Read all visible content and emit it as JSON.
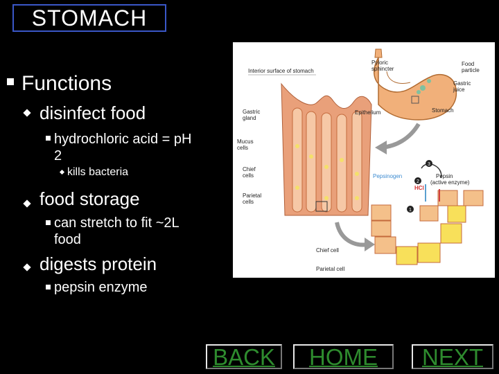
{
  "title": "STOMACH",
  "heading": "Functions",
  "items": [
    {
      "label": "disinfect food",
      "sub": "hydrochloric acid = pH 2",
      "sub_line1": "hydrochloric acid = pH",
      "sub_line2": "2",
      "subsub": "kills bacteria"
    },
    {
      "label": "food storage",
      "sub_line1": "can stretch to fit ~2L",
      "sub_line2": "food"
    },
    {
      "label": "digests protein",
      "sub_line1": "pepsin enzyme"
    }
  ],
  "diagram": {
    "interior": "Interior surface of stomach",
    "pyloric1": "Pyloric",
    "pyloric2": "sphincter",
    "food1": "Food",
    "food2": "particle",
    "gastric1": "Gastric",
    "gastric2": "juice",
    "stomach": "Stomach",
    "epithelium": "Epithelium",
    "gastricgland1": "Gastric",
    "gastricgland2": "gland",
    "mucus1": "Mucus",
    "mucus2": "cells",
    "chief1": "Chief",
    "chief2": "cells",
    "parietal1": "Parietal",
    "parietal2": "cells",
    "pepsinogen": "Pepsinogen",
    "hcl": "HCl",
    "pepsin1": "Pepsin",
    "pepsin2": "(active enzyme)",
    "n1": "1",
    "n2": "2",
    "n3": "3",
    "chiefcell": "Chief cell",
    "parietalcell": "Parietal cell"
  },
  "nav": {
    "back": "BACK",
    "home": "HOME",
    "next": "NEXT"
  },
  "colors": {
    "nav_text": "#2e8b2e",
    "title_border": "#3a57c8"
  }
}
